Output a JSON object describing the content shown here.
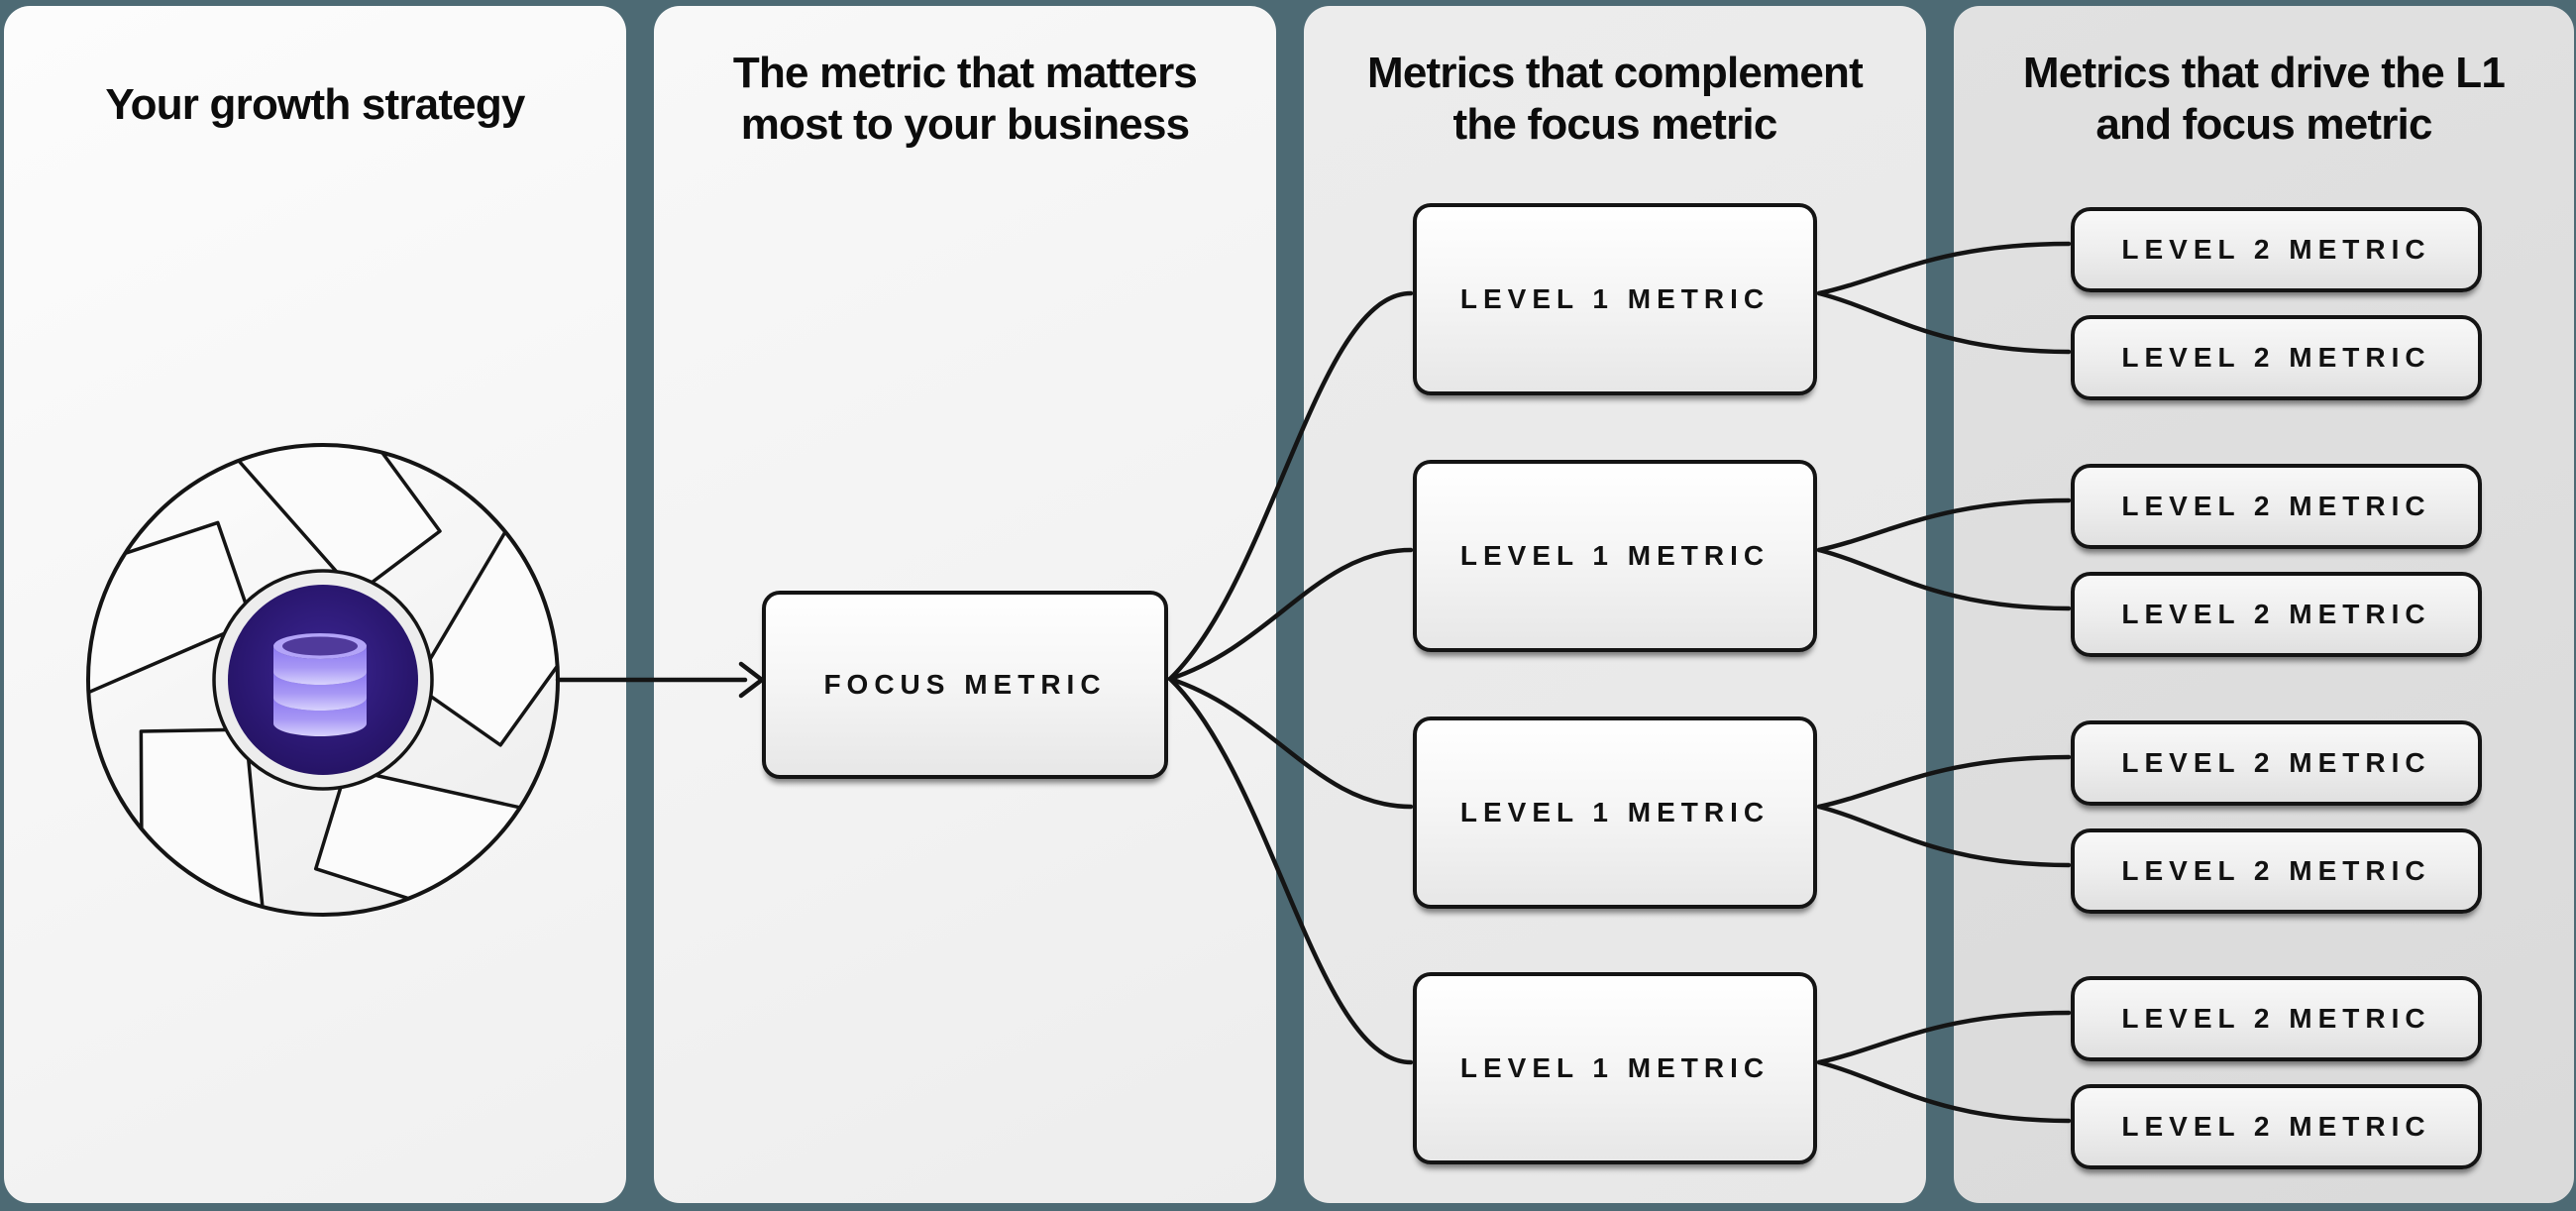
{
  "page": {
    "type": "metrics-tree-diagram"
  },
  "colors": {
    "background": "#4d6a74",
    "panel-1": "#f8f8f8",
    "panel-2": "#f4f4f4",
    "panel-3": "#e9e9e9",
    "panel-4": "#dcdcdc",
    "line": "#141414",
    "box-border": "#141414",
    "flywheel-core-purple": "#2a1770",
    "database-lavender": "#b0a2f7"
  },
  "columns": [
    {
      "id": "growth-strategy",
      "title_lines": [
        "Your growth strategy"
      ],
      "icon": "flywheel-database-icon",
      "boxes": []
    },
    {
      "id": "focus-metric",
      "title_lines": [
        "The metric that matters",
        "most to your business"
      ],
      "boxes": [
        {
          "label": "FOCUS METRIC"
        }
      ]
    },
    {
      "id": "level-1-metrics",
      "title_lines": [
        "Metrics that complement",
        "the focus metric"
      ],
      "boxes": [
        {
          "label": "LEVEL 1 METRIC"
        },
        {
          "label": "LEVEL 1 METRIC"
        },
        {
          "label": "LEVEL 1 METRIC"
        },
        {
          "label": "LEVEL 1 METRIC"
        }
      ]
    },
    {
      "id": "level-2-metrics",
      "title_lines": [
        "Metrics that drive the L1",
        "and focus metric"
      ],
      "boxes": [
        {
          "label": "LEVEL 2 METRIC"
        },
        {
          "label": "LEVEL 2 METRIC"
        },
        {
          "label": "LEVEL 2 METRIC"
        },
        {
          "label": "LEVEL 2 METRIC"
        },
        {
          "label": "LEVEL 2 METRIC"
        },
        {
          "label": "LEVEL 2 METRIC"
        },
        {
          "label": "LEVEL 2 METRIC"
        },
        {
          "label": "LEVEL 2 METRIC"
        }
      ]
    }
  ],
  "connections": {
    "flywheel_to_focus": 1,
    "focus_to_level1": 4,
    "level1_to_level2": 8
  }
}
